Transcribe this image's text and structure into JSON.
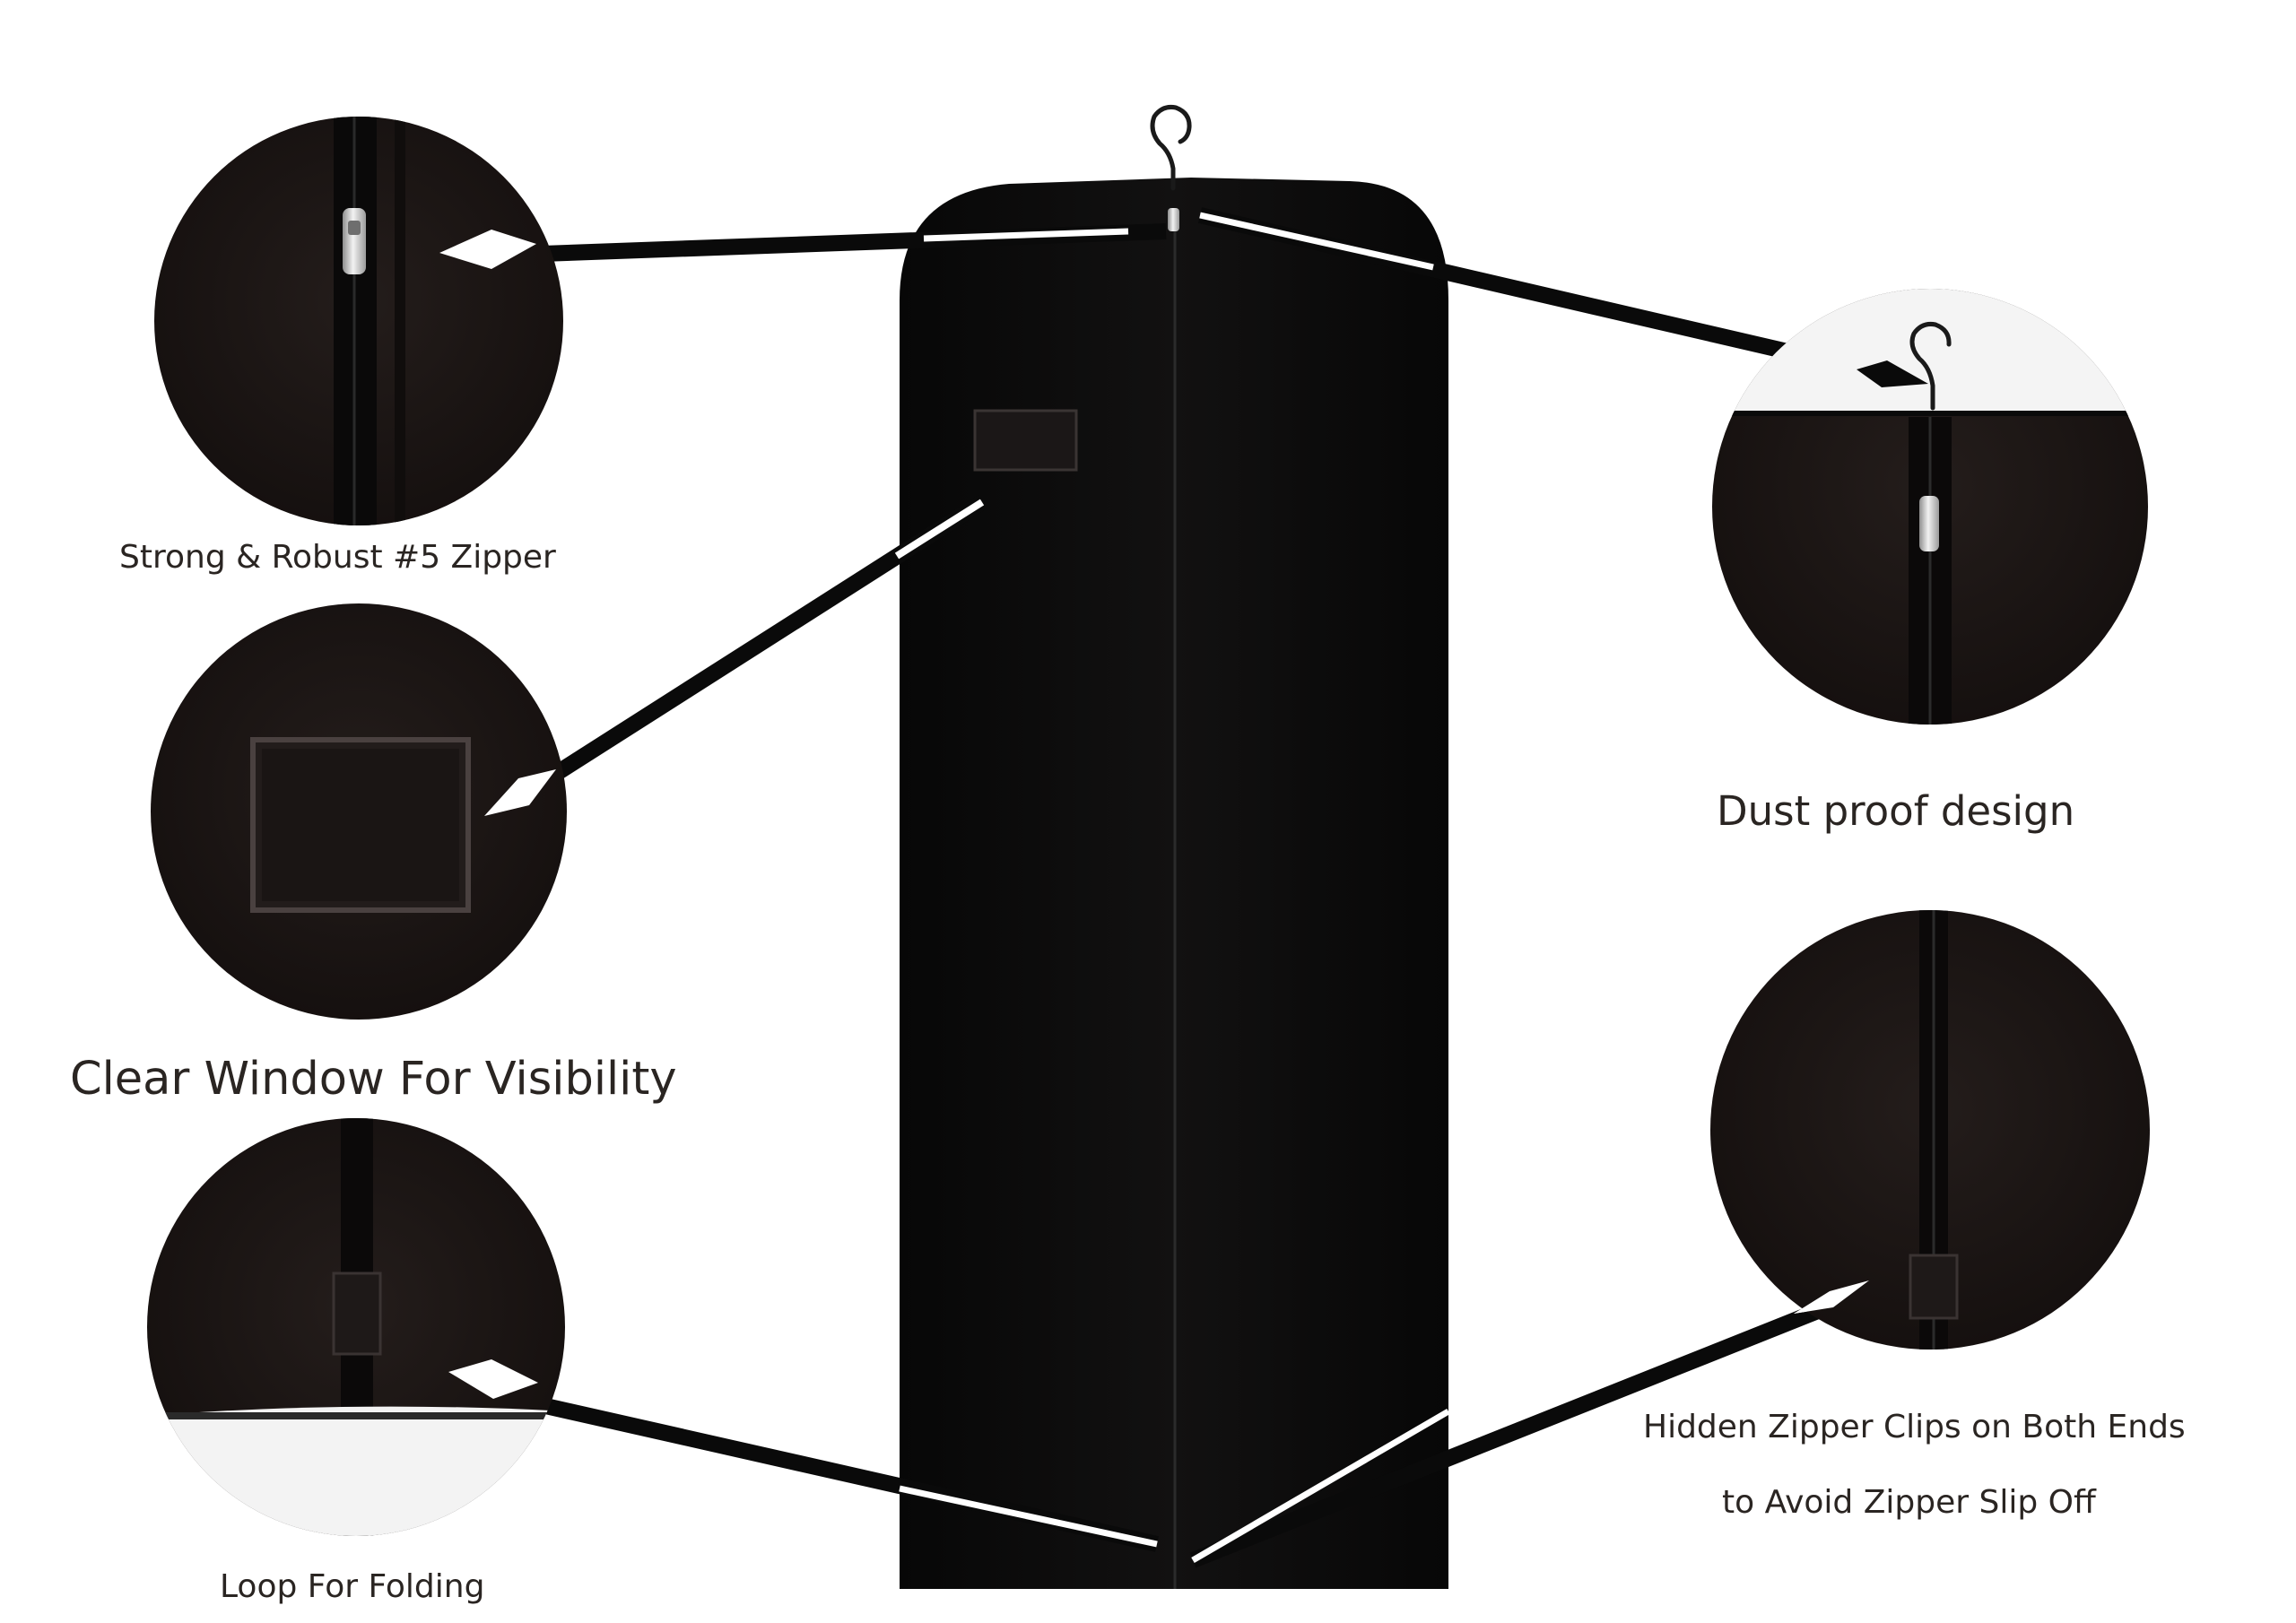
{
  "captions": {
    "zipper": "Strong & Robust #5 Zipper",
    "window": "Clear Window For Visibility",
    "dust": "Dust proof design",
    "loop": "Loop For Folding",
    "clips_line1": "Hidden Zipper Clips on Both Ends",
    "clips_line2": "to Avoid Zipper Slip Off"
  },
  "colors": {
    "bag": "#0d0c0c",
    "fabric": "#1c1716",
    "callout_line": "#0a0a0a",
    "callout_accent": "#ffffff",
    "text": "#2a2522",
    "zipper_pull": "#c9c9c9"
  },
  "icons": {
    "hanger": "hanger-icon",
    "zipper_pull": "zipper-pull-icon"
  }
}
